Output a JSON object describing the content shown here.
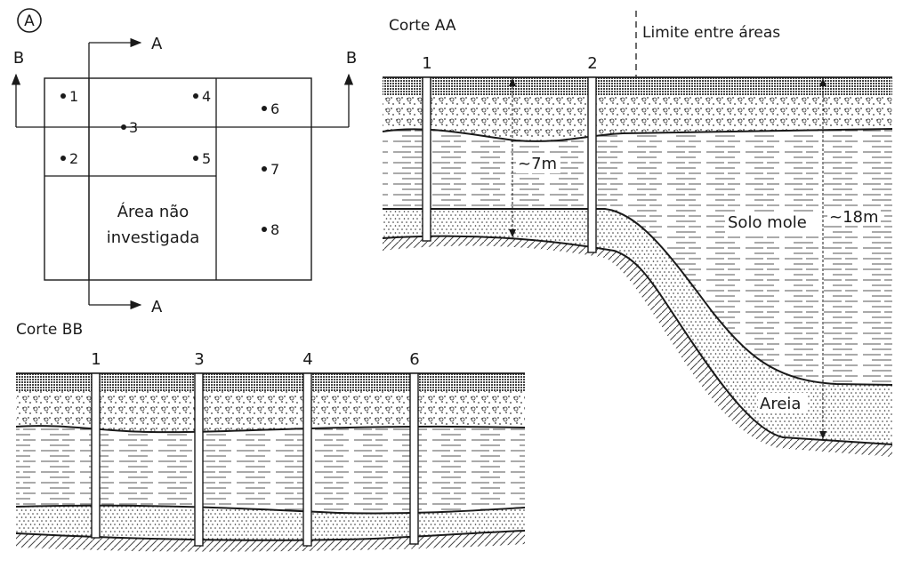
{
  "panel_marker": "A",
  "plan": {
    "section_a": "A",
    "section_b": "B",
    "boreholes": [
      "1",
      "2",
      "3",
      "4",
      "5",
      "6",
      "7",
      "8"
    ],
    "uninvestigated_line1": "Área não",
    "uninvestigated_line2": "investigada"
  },
  "section_aa": {
    "title": "Corte AA",
    "boundary_label": "Limite entre áreas",
    "borehole_1": "1",
    "borehole_2": "2",
    "depth_left": "~7m",
    "depth_right": "~18m",
    "soft_soil_label": "Solo mole",
    "sand_label": "Areia"
  },
  "section_bb": {
    "title": "Corte BB",
    "boreholes": [
      "1",
      "3",
      "4",
      "6"
    ]
  }
}
